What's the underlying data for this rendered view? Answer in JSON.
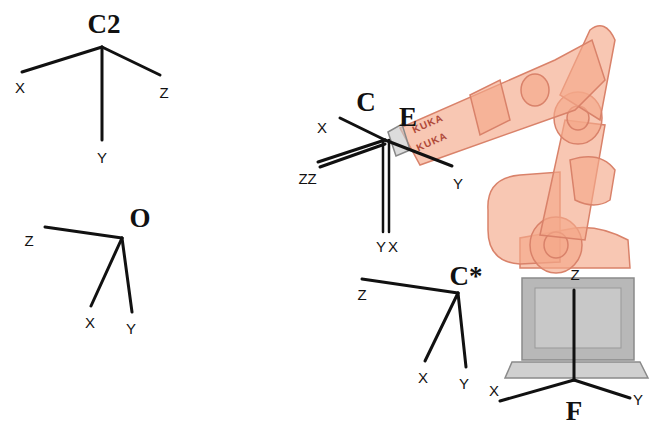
{
  "diagram": {
    "labels": [
      "C2",
      "X",
      "Z",
      "Y",
      "O",
      "Z",
      "X",
      "Y",
      "C",
      "E",
      "X",
      "Z",
      "Z",
      "Y",
      "Y",
      "X",
      "C*",
      "Z",
      "X",
      "Y",
      "Z",
      "X",
      "Y",
      "F",
      "KUKA",
      "KUKA"
    ]
  }
}
